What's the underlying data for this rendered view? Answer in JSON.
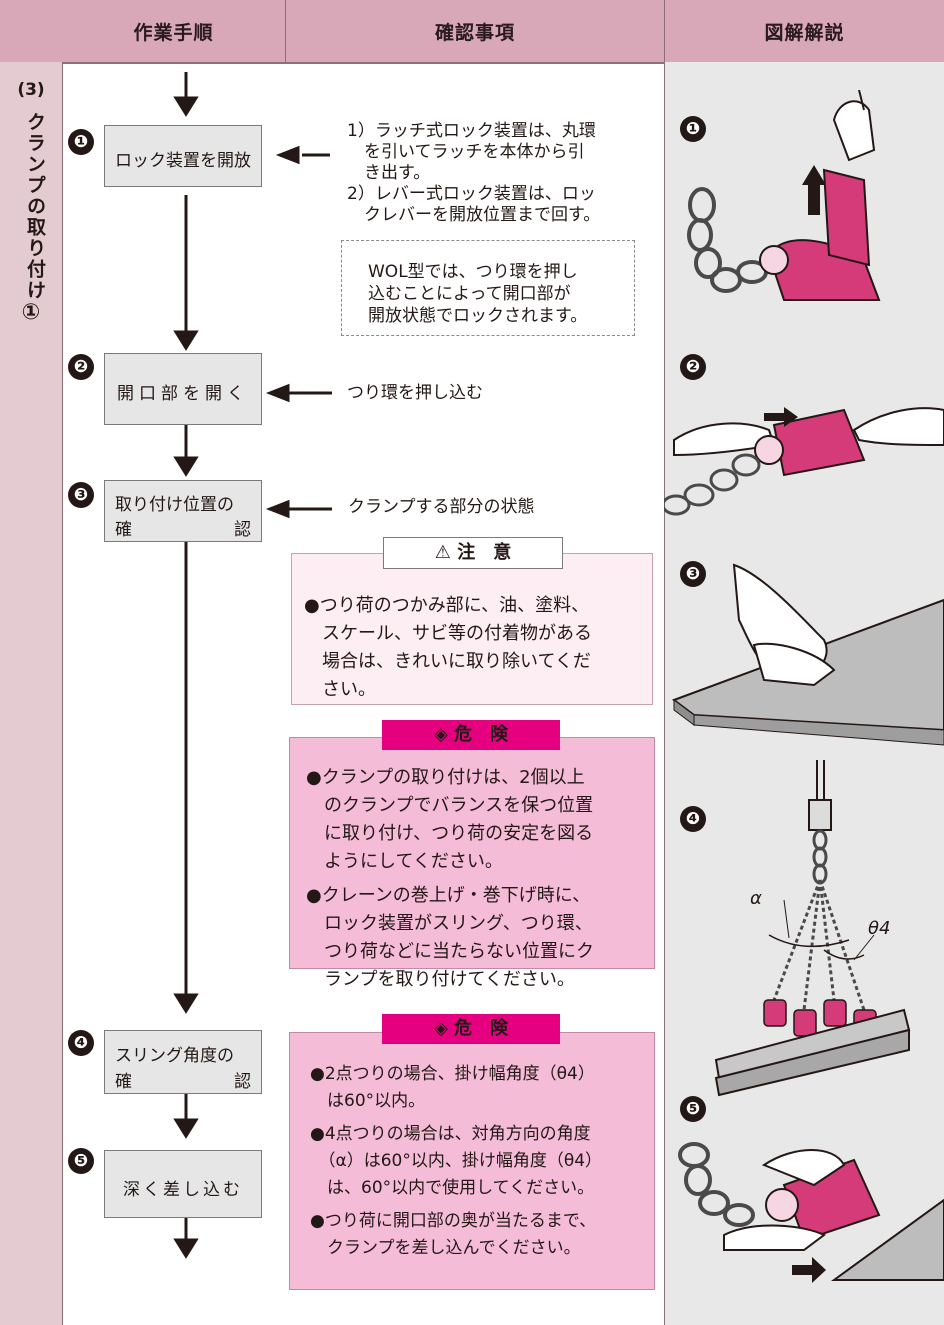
{
  "header": {
    "col1": "作業手順",
    "col2": "確認事項",
    "col3": "図解解説"
  },
  "section": {
    "number": "(3)",
    "title": "クランプの取り付け",
    "circled": "①"
  },
  "steps": [
    {
      "num": "❶",
      "label": "ロック装置を開放"
    },
    {
      "num": "❷",
      "label": "開口部を開く"
    },
    {
      "num": "❸",
      "label_top": "取り付け位置の",
      "label_bl": "確",
      "label_br": "認"
    },
    {
      "num": "❹",
      "label_top": "スリング角度の",
      "label_bl": "確",
      "label_br": "認"
    },
    {
      "num": "❺",
      "label": "深く差し込む"
    }
  ],
  "checks": {
    "s1": [
      "1）ラッチ式ロック装置は、丸環",
      "　を引いてラッチを本体から引",
      "　き出す。",
      "2）レバー式ロック装置は、ロッ",
      "　クレバーを開放位置まで回す。"
    ],
    "wol": [
      "WOL型では、つり環を押し",
      "込むことによって開口部が",
      "開放状態でロックされます。"
    ],
    "s2": "つり環を押し込む",
    "s3": "クランプする部分の状態"
  },
  "caution": {
    "label": "注　意",
    "lines": [
      "●つり荷のつかみ部に、油、塗料、",
      "　スケール、サビ等の付着物がある",
      "　場合は、きれいに取り除いてくだ",
      "　さい。"
    ]
  },
  "danger1": {
    "label": "危　険",
    "lines": [
      "●クランプの取り付けは、2個以上",
      "　のクランプでバランスを保つ位置",
      "　に取り付け、つり荷の安定を図る",
      "　ようにしてください。",
      "●クレーンの巻上げ・巻下げ時に、",
      "　ロック装置がスリング、つり環、",
      "　つり荷などに当たらない位置にク",
      "　ランプを取り付けてください。"
    ]
  },
  "danger2": {
    "label": "危　険",
    "lines": [
      "●2点つりの場合、掛け幅角度（θ4）",
      "　は60°以内。",
      "●4点つりの場合は、対角方向の角度",
      "　（α）は60°以内、掛け幅角度（θ4）",
      "　は、60°以内で使用してください。",
      "●つり荷に開口部の奥が当たるまで、",
      "　クランプを差し込んでください。"
    ]
  },
  "illustrations": {
    "n1": "❶",
    "n2": "❷",
    "n3": "❸",
    "n4": "❹",
    "n5": "❺",
    "alpha": "α",
    "theta": "θ4"
  },
  "colors": {
    "header": "#d8a8b8",
    "side": "#e4cbd2",
    "magenta": "#e4007f",
    "danger_bg": "#f4bcd6",
    "caution_bg": "#fdeef3"
  }
}
